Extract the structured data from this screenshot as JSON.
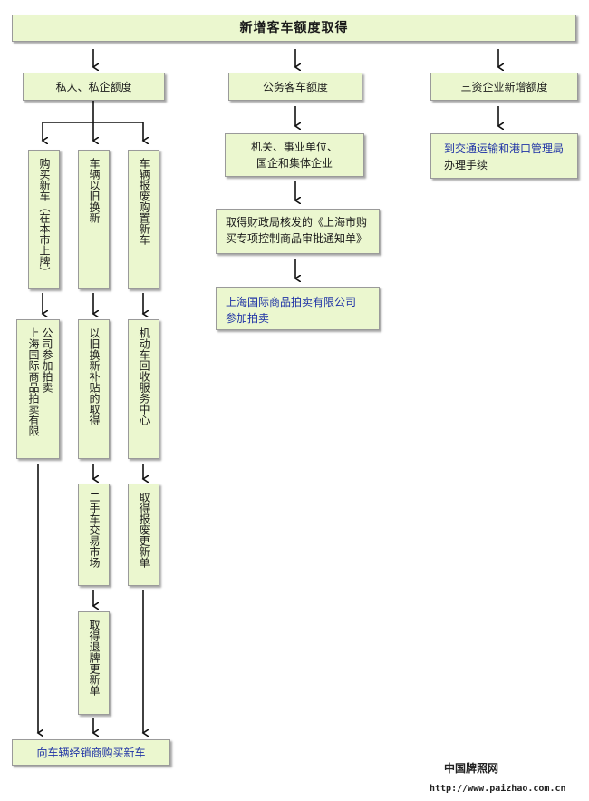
{
  "title": "新增客车额度取得",
  "branches": {
    "private": "私人、私企额度",
    "public": "公务客车额度",
    "foreign": "三资企业新增额度"
  },
  "private_paths": {
    "buy_new": "购买新车（在本市上牌）",
    "trade_in": "车辆以旧换新",
    "scrap": "车辆报废购置新车"
  },
  "private_steps": {
    "auction": [
      "上海国际商品拍卖有限",
      "公司参加拍卖"
    ],
    "subsidy": "以旧换新补贴的取得",
    "recycle": "机动车回收服务中心",
    "used_market": "二手车交易市场",
    "scrap_cert": "取得报废更新单",
    "retire_cert": "取得退牌更新单",
    "final": "向车辆经销商购买新车"
  },
  "public_steps": {
    "orgs": [
      "机关、事业单位、",
      "国企和集体企业"
    ],
    "approval": [
      "取得财政局核发的《上海市购",
      "买专项控制商品审批通知单》"
    ],
    "auction": [
      "上海国际商品拍卖有限公司",
      "参加拍卖"
    ]
  },
  "foreign_steps": {
    "procedure": [
      "到交通运输和港口管理局",
      "办理手续"
    ]
  },
  "footer": {
    "site_name": "中国牌照网",
    "url": "http://www.paizhao.com.cn"
  }
}
